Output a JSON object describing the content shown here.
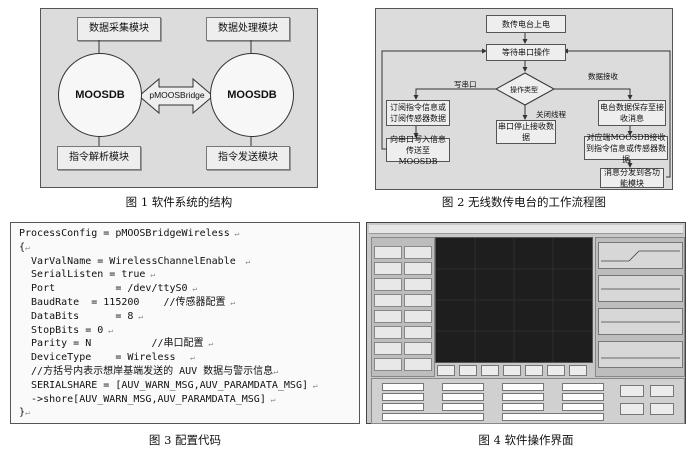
{
  "fig1": {
    "boxes": {
      "data_collection": "数据采集模块",
      "data_processing": "数据处理模块",
      "command_parsing": "指令解析模块",
      "command_sending": "指令发送模块"
    },
    "moosdb_left": "MOOSDB",
    "moosdb_right": "MOOSDB",
    "bridge": "pMOOSBridge",
    "caption": "图 1 软件系统的结构"
  },
  "fig2": {
    "start": "数传电台上电",
    "wait": "等待串口操作",
    "decision": "操作类型",
    "left_box": "订阅指令信息或订阅传感器数据",
    "left_write": "向串口写入信息传送至MOOSDB",
    "mid_box": "串口停止接收数据",
    "right_box": "电台数据保存至接收消息",
    "right_box2": "对应端MOOSDB接收到指令信息或传感器数据",
    "right_box3": "消息分发到各功能模块",
    "label_write": "写串口",
    "label_close": "关闭线程",
    "label_recv": "数据接收",
    "caption": "图 2 无线数传电台的工作流程图"
  },
  "fig3": {
    "lines": [
      "ProcessConfig = pMOOSBridgeWireless",
      "{",
      "  VarValName = WirelessChannelEnable",
      "  SerialListen = true",
      "  Port          = /dev/ttyS0",
      "  BaudRate  = 115200    //传感器配置",
      "  DataBits      = 8",
      "  StopBits = 0",
      "  Parity = N          //串口配置",
      "  DeviceType    = Wireless",
      "  //方括号内表示想岸基端发送的 AUV 数据与警示信息",
      "  SERIALSHARE = [AUV_WARN_MSG,AUV_PARAMDATA_MSG]",
      "  ->shore[AUV_WARN_MSG,AUV_PARAMDATA_MSG]",
      "}"
    ],
    "caption": "图 3 配置代码"
  },
  "fig4": {
    "caption": "图 4 软件操作界面"
  }
}
